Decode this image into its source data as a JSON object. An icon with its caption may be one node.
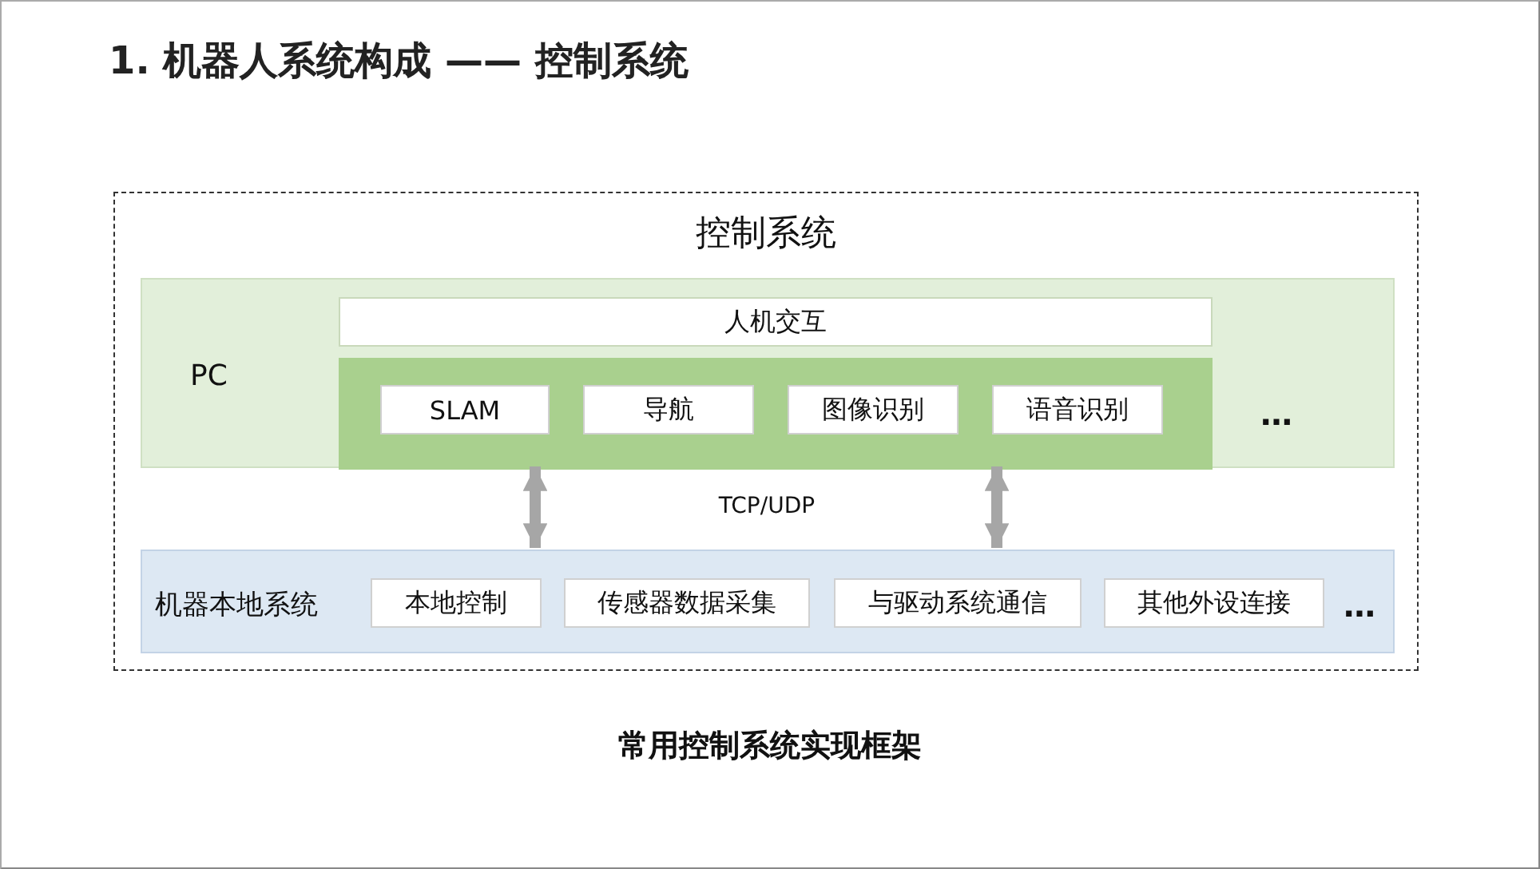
{
  "diagram": {
    "title": "1. 机器人系统构成 —— 控制系统",
    "caption": "常用控制系统实现框架",
    "nodes": [
      {
        "text": [
          "控制系统"
        ]
      },
      {
        "text": [
          "PC",
          "…"
        ],
        "in": 0
      },
      {
        "text": [
          "人机交互"
        ],
        "in": 1
      },
      {
        "text": [],
        "shape": "box",
        "in": 1
      },
      {
        "text": [
          "SLAM"
        ],
        "in": 3
      },
      {
        "text": [
          "导航"
        ],
        "in": 3
      },
      {
        "text": [
          "图像识别"
        ],
        "in": 3
      },
      {
        "text": [
          "语音识别"
        ],
        "in": 3
      },
      {
        "text": [
          "机器本地系统",
          "…"
        ],
        "in": 0
      },
      {
        "text": [
          "本地控制"
        ],
        "in": 8
      },
      {
        "text": [
          "传感器数据采集"
        ],
        "in": 8
      },
      {
        "text": [
          "与驱动系统通信"
        ],
        "in": 8
      },
      {
        "text": [
          "其他外设连接"
        ],
        "in": 8
      }
    ],
    "edges": [
      {
        "from": 3,
        "to": 8,
        "arrow": "both"
      },
      {
        "from": 3,
        "to": 8,
        "arrow": "both"
      }
    ],
    "labels": [
      "TCP/UDP"
    ]
  }
}
